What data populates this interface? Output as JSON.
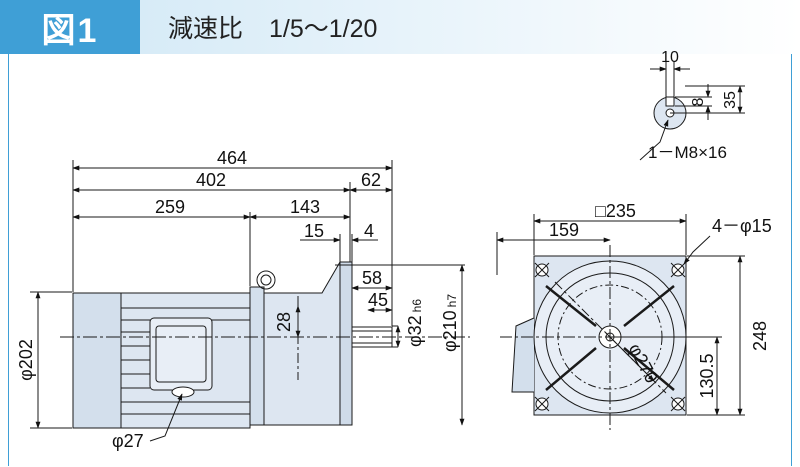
{
  "header": {
    "figure_label": "図1",
    "title": "減速比",
    "ratio": "1/5～1/20"
  },
  "dimensions": {
    "overall_length": "464",
    "motor_length": "402",
    "shaft_extension": "62",
    "motor_body": "259",
    "gearbox_length": "143",
    "flange_thickness": "15",
    "shaft_offset": "4",
    "shaft_length": "58",
    "key_length": "45",
    "shaft_dia": "φ32",
    "shaft_fit": "h6",
    "spigot_dia": "φ210",
    "spigot_fit": "h7",
    "center_offset": "28",
    "motor_dia": "φ202",
    "terminal_dia": "φ27",
    "flange_square": "□235",
    "half_width": "159",
    "bolt_holes": "4－φ15",
    "flange_height": "248",
    "center_height": "130.5",
    "pcd": "φ270",
    "key_width": "10",
    "key_depth": "8",
    "shaft_height": "35",
    "tap_hole": "1－M8×16"
  },
  "colors": {
    "accent": "#3f9fd6",
    "body_fill": "#dde6f1",
    "line": "#1a1a1a"
  }
}
